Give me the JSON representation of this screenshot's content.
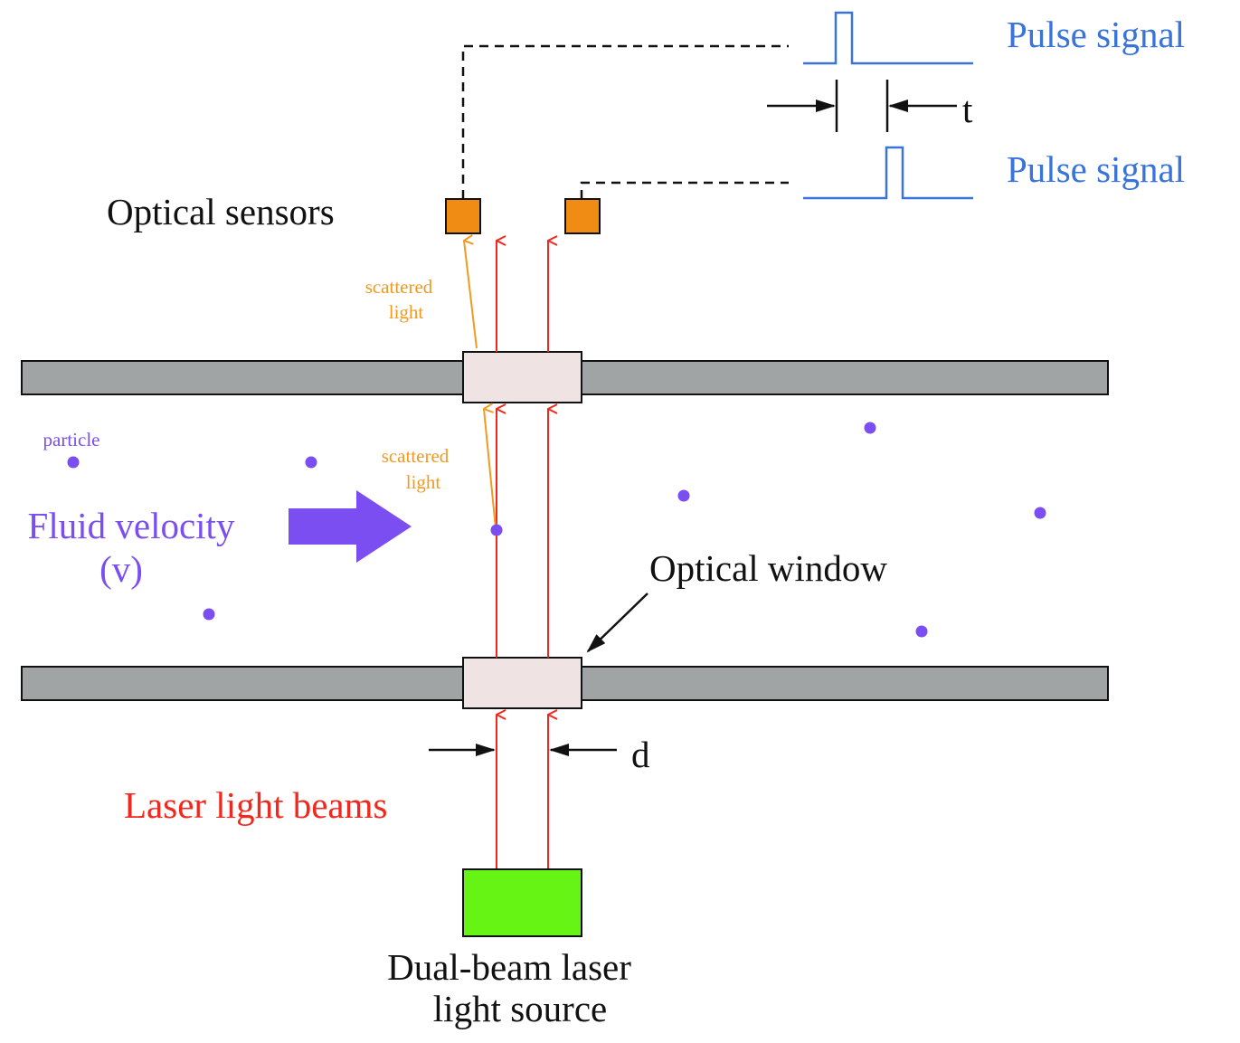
{
  "labels": {
    "pulse_signal_top": "Pulse signal",
    "pulse_signal_bottom": "Pulse signal",
    "time_symbol": "t",
    "optical_sensors": "Optical sensors",
    "scattered_light_upper_line1": "scattered",
    "scattered_light_upper_line2": "light",
    "scattered_light_lower_line1": "scattered",
    "scattered_light_lower_line2": "light",
    "particle": "particle",
    "fluid_velocity_line1": "Fluid velocity",
    "fluid_velocity_line2": "(v)",
    "optical_window": "Optical window",
    "distance_symbol": "d",
    "laser_light_beams": "Laser light beams",
    "source_line1": "Dual-beam laser",
    "source_line2": "light source"
  },
  "colors": {
    "pipe_wall": "#a0a4a4",
    "window": "#efe3e3",
    "sensor": "#f08c14",
    "laser_source": "#66f414",
    "laser_beam": "#f0281e",
    "scattered_light": "#f09a22",
    "particle": "#7a4ef0",
    "pulse_signal": "#3a74d8",
    "velocity_arrow": "#7a4ef0",
    "text": "#111111"
  }
}
